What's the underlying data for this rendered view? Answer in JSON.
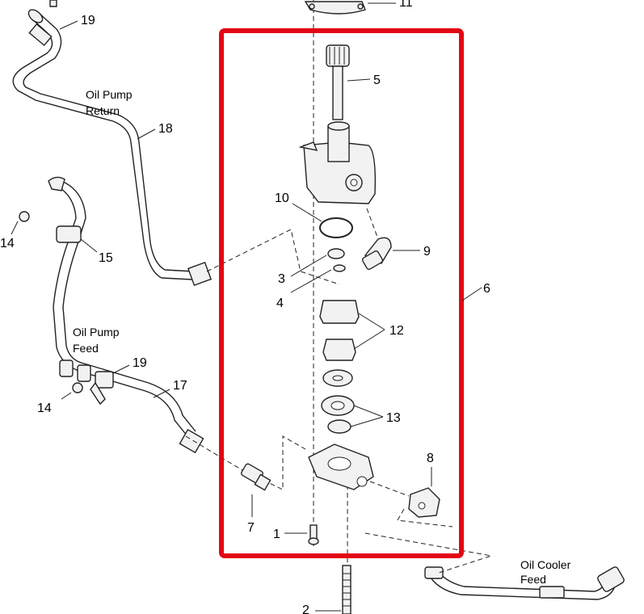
{
  "labels": {
    "p1": "1",
    "p2": "2",
    "p3": "3",
    "p4": "4",
    "p5": "5",
    "p6": "6",
    "p7": "7",
    "p8": "8",
    "p9": "9",
    "p10": "10",
    "p11": "11",
    "p12": "12",
    "p13": "13",
    "p14a": "14",
    "p14b": "14",
    "p15": "15",
    "p17": "17",
    "p18": "18",
    "p19a": "19",
    "p19b": "19"
  },
  "captions": {
    "return_line1": "Oil Pump",
    "return_line2": "Return",
    "feed_line1": "Oil Pump",
    "feed_line2": "Feed",
    "cooler_line1": "Oil Cooler",
    "cooler_line2": "Feed"
  },
  "highlight_color": "#e30613"
}
